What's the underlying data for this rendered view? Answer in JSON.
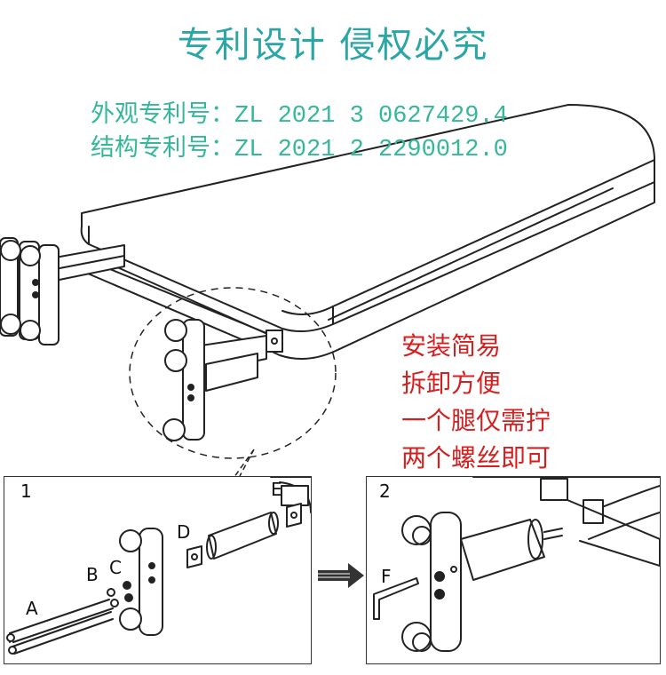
{
  "header": {
    "title": "专利设计  侵权必究",
    "patents": [
      {
        "label": "外观专利号：",
        "number": "ZL 2021 3 0627429.4"
      },
      {
        "label": "结构专利号：",
        "number": "ZL 2021 2 2290012.0"
      }
    ]
  },
  "features": [
    "安装简易",
    "拆卸方便",
    "一个腿仅需拧",
    "两个螺丝即可"
  ],
  "steps": [
    {
      "number": "1",
      "parts": [
        "A",
        "B",
        "C",
        "D",
        "E"
      ]
    },
    {
      "number": "2",
      "parts": [
        "F"
      ]
    }
  ],
  "colors": {
    "title": "#2aa6a6",
    "patent": "#35b89a",
    "feature": "#d61f1f",
    "line": "#222222"
  }
}
